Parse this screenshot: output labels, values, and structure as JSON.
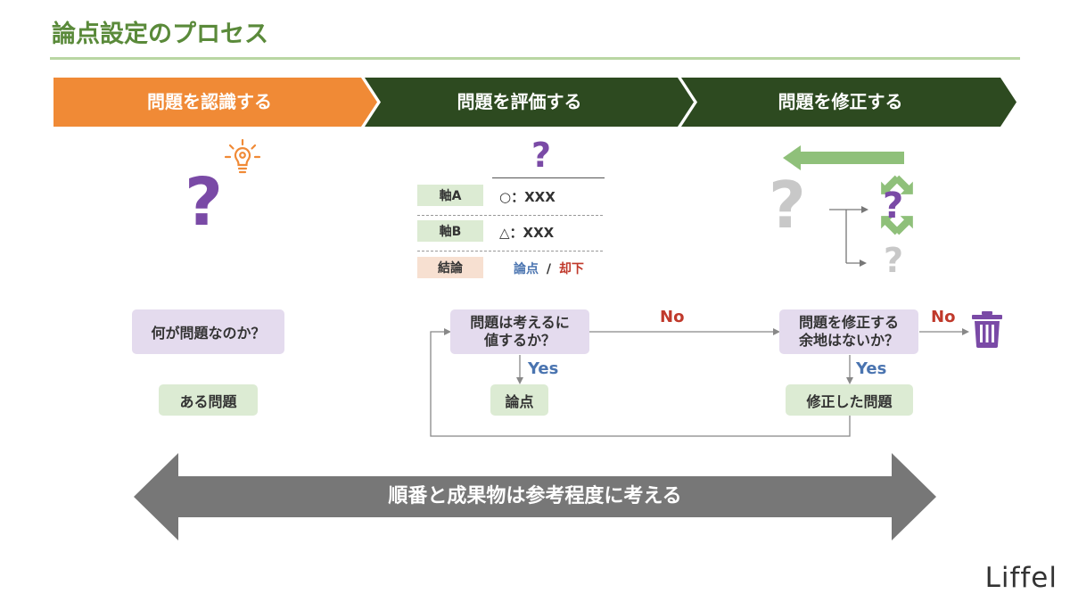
{
  "title": "論点設定のプロセス",
  "steps": [
    {
      "label": "問題を認識する",
      "color": "#f08a36"
    },
    {
      "label": "問題を評価する",
      "color": "#2d4a20"
    },
    {
      "label": "問題を修正する",
      "color": "#2d4a20"
    }
  ],
  "icons": {
    "question_color": "#7a4aa6",
    "question_gray": "#c8c8c8",
    "bulb_color": "#f08a36",
    "arrow_green": "#8fc07a",
    "trash_color": "#7a4aa6"
  },
  "glyphs": {
    "question": "?"
  },
  "evaluation": {
    "rows": [
      {
        "axis": "軸A",
        "value": "○：XXX"
      },
      {
        "axis": "軸B",
        "value": "△：XXX"
      }
    ],
    "conclusion_label": "結論",
    "conclusion_yes": "論点",
    "conclusion_sep": "/",
    "conclusion_no": "却下"
  },
  "flow": {
    "recognize_question": "何が問題なのか？",
    "recognize_result": "ある問題",
    "evaluate_question_line1": "問題は考えるに",
    "evaluate_question_line2": "値するか？",
    "evaluate_result": "論点",
    "modify_question_line1": "問題を修正する",
    "modify_question_line2": "余地はないか？",
    "modify_result": "修正した問題",
    "yes": "Yes",
    "no": "No"
  },
  "banner": "順番と成果物は参考程度に考える",
  "logo": "Liffel"
}
